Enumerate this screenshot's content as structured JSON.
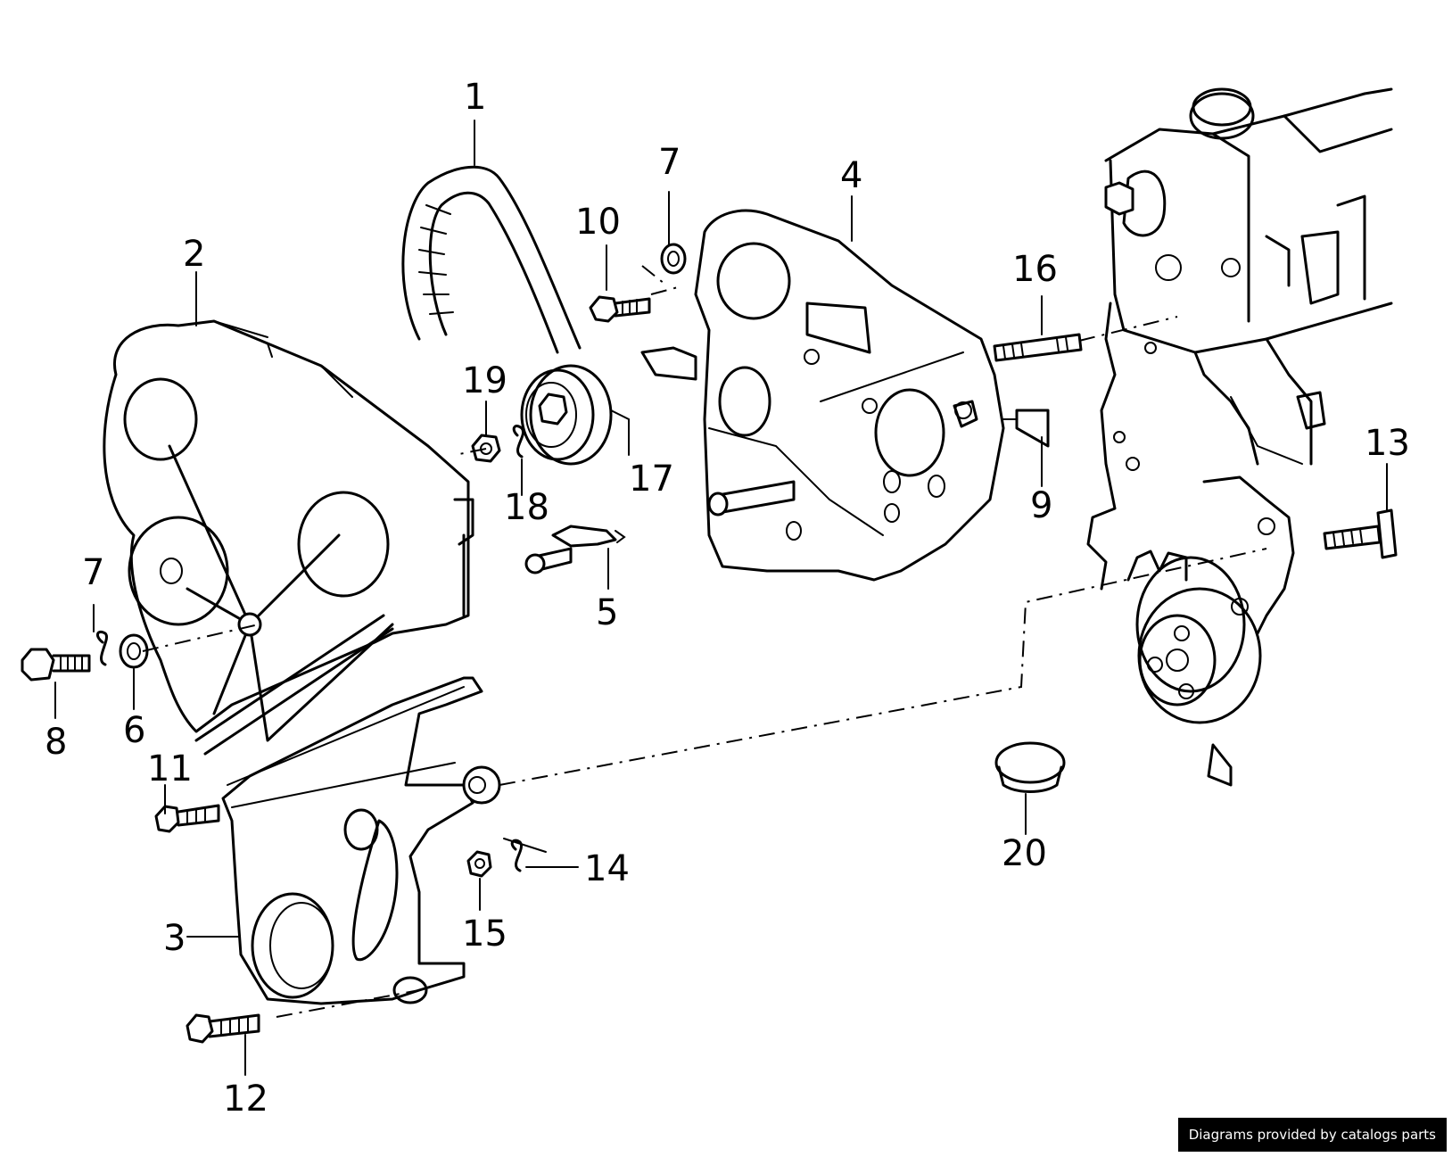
{
  "callouts": [
    "1",
    "2",
    "3",
    "4",
    "5",
    "6",
    "7",
    "7",
    "8",
    "9",
    "10",
    "11",
    "12",
    "13",
    "14",
    "15",
    "16",
    "17",
    "18",
    "19",
    "20"
  ],
  "credit": "Diagrams provided by catalogs parts"
}
